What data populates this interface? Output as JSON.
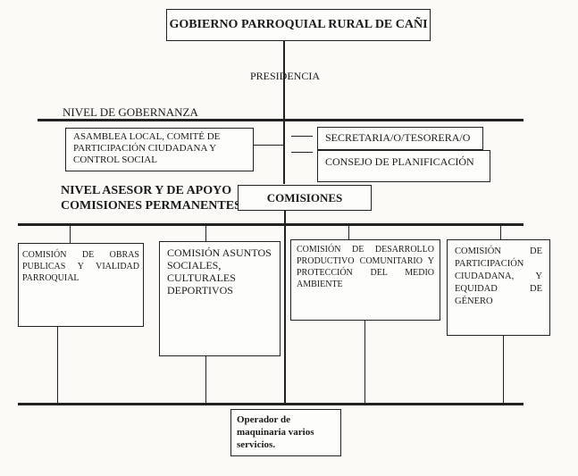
{
  "title": "GOBIERNO PARROQUIAL RURAL DE CAÑI",
  "presidencia": "PRESIDENCIA",
  "nivel_gobernanza": "NIVEL DE GOBERNANZA",
  "asamblea": "ASAMBLEA LOCAL, COMITÉ DE PARTICIPACIÓN CIUDADANA Y CONTROL SOCIAL",
  "secretaria": "SECRETARIA/O/TESORERA/O",
  "consejo": "CONSEJO DE PLANIFICACIÓN",
  "nivel_asesor": "NIVEL ASESOR Y DE APOYO",
  "comisiones_permanentes": "COMISIONES PERMANENTES",
  "comisiones": "COMISIONES",
  "commissions": [
    "COMISIÓN DE OBRAS PUBLICAS Y VIALIDAD PARROQUIAL",
    "COMISIÓN ASUNTOS SOCIALES, CULTURALES DEPORTIVOS",
    "COMISIÓN DE DESARROLLO PRODUCTIVO COMUNITARIO Y PROTECCIÓN DEL MEDIO AMBIENTE",
    "COMISIÓN DE PARTICIPACIÓN CIUDADANA, Y EQUIDAD DE GÉNERO"
  ],
  "operador": "Operador de maquinaria varios servicios."
}
